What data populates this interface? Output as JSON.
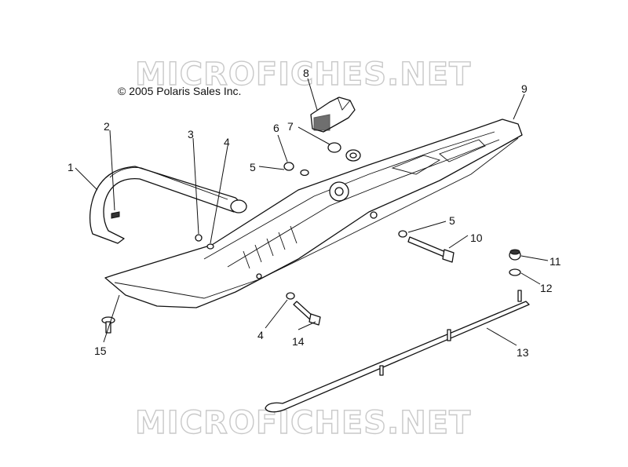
{
  "copyright": "© 2005 Polaris Sales Inc.",
  "watermark": "MICROFICHES.NET",
  "callouts": {
    "c1": "1",
    "c2": "2",
    "c3": "3",
    "c4a": "4",
    "c4b": "4",
    "c5a": "5",
    "c5b": "5",
    "c6": "6",
    "c7": "7",
    "c8": "8",
    "c9": "9",
    "c10": "10",
    "c11": "11",
    "c12": "12",
    "c13": "13",
    "c14": "14",
    "c15": "15"
  }
}
